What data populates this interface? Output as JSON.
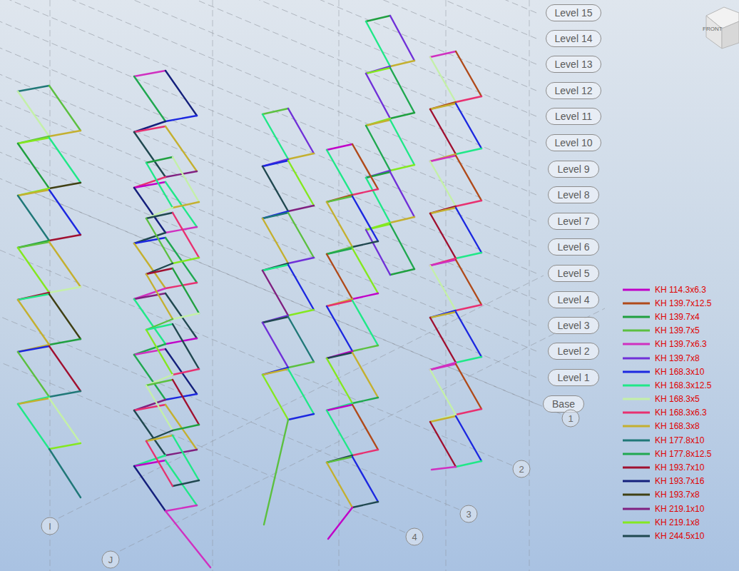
{
  "diagram": {
    "nodes": [
      {
        "text": [
          "Level 15"
        ]
      },
      {
        "text": [
          "Level 14"
        ]
      },
      {
        "text": [
          "Level 13"
        ]
      },
      {
        "text": [
          "Level 12"
        ]
      },
      {
        "text": [
          "Level 11"
        ]
      },
      {
        "text": [
          "Level 10"
        ]
      },
      {
        "text": [
          "Level 9"
        ]
      },
      {
        "text": [
          "Level 8"
        ]
      },
      {
        "text": [
          "Level 7"
        ]
      },
      {
        "text": [
          "Level 6"
        ]
      },
      {
        "text": [
          "Level 5"
        ]
      },
      {
        "text": [
          "Level 4"
        ]
      },
      {
        "text": [
          "Level 3"
        ]
      },
      {
        "text": [
          "Level 2"
        ]
      },
      {
        "text": [
          "Level 1"
        ]
      },
      {
        "text": [
          "Base"
        ]
      },
      {
        "text": [
          "1"
        ]
      },
      {
        "text": [
          "2"
        ]
      },
      {
        "text": [
          "3"
        ]
      },
      {
        "text": [
          "I"
        ]
      },
      {
        "text": [
          "4"
        ]
      },
      {
        "text": [
          "J"
        ]
      }
    ],
    "labels": [
      "FRONT"
    ],
    "legend": [
      {
        "text": "KH 114.3x6.3",
        "color": "#c000c8"
      },
      {
        "text": "KH 139.7x12.5",
        "color": "#b04a1a"
      },
      {
        "text": "KH 139.7x4",
        "color": "#20a040"
      },
      {
        "text": "KH 139.7x5",
        "color": "#5cc040"
      },
      {
        "text": "KH 139.7x6.3",
        "color": "#d030c0"
      },
      {
        "text": "KH 139.7x8",
        "color": "#7030d8"
      },
      {
        "text": "KH 168.3x10",
        "color": "#1c28e0"
      },
      {
        "text": "KH 168.3x12.5",
        "color": "#20e888"
      },
      {
        "text": "KH 168.3x5",
        "color": "#c4f0a8"
      },
      {
        "text": "KH 168.3x6.3",
        "color": "#e83070"
      },
      {
        "text": "KH 168.3x8",
        "color": "#c4b030"
      },
      {
        "text": "KH 177.8x10",
        "color": "#207878"
      },
      {
        "text": "KH 177.8x12.5",
        "color": "#20a850"
      },
      {
        "text": "KH 193.7x10",
        "color": "#a01030"
      },
      {
        "text": "KH 193.7x16",
        "color": "#14207c"
      },
      {
        "text": "KH 193.7x8",
        "color": "#404014"
      },
      {
        "text": "KH 219.1x10",
        "color": "#802080"
      },
      {
        "text": "KH 219.1x8",
        "color": "#84e820"
      },
      {
        "text": "KH 244.5x10",
        "color": "#204850"
      }
    ]
  }
}
